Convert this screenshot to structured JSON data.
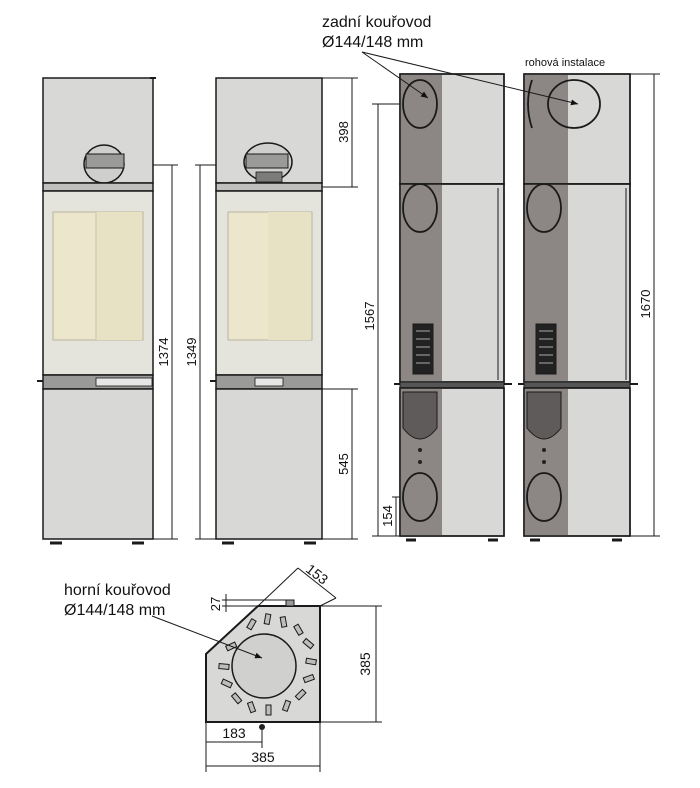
{
  "labels": {
    "rear_flue_title": "zadní kouřovod",
    "rear_flue_diameter": "Ø144/148 mm",
    "corner_install": "rohová instalace",
    "top_flue_title": "horní kouřovod",
    "top_flue_diameter": "Ø144/148 mm"
  },
  "dimensions": {
    "overall_front": "1374",
    "flue_center_front": "1349",
    "top_section": "398",
    "lower_section": "545",
    "rear_flue_height": "1567",
    "rear_outlet_low": "154",
    "corner_height": "1670",
    "plan_diagonal": "153",
    "plan_offset": "27",
    "plan_depth": "385",
    "plan_center": "183",
    "plan_width": "385"
  },
  "colors": {
    "body": "#d8d8d6",
    "glass": "#e9e6d0",
    "dark_side": "#8c8785",
    "outline": "#1a1a1a"
  }
}
